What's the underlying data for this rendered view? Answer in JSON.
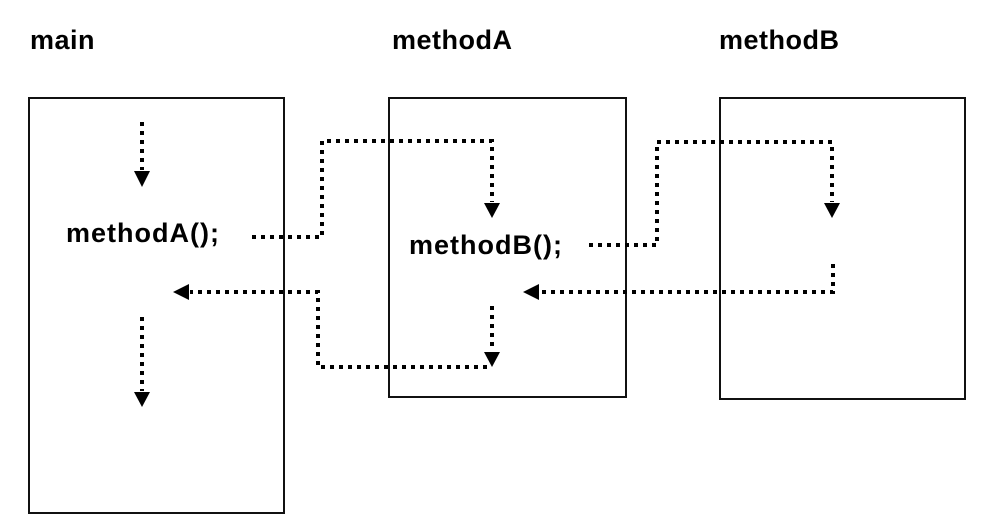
{
  "diagram": {
    "type": "method-call-flow",
    "colors": {
      "background": "#ffffff",
      "box_border": "#111111",
      "arrow": "#000000",
      "text": "#000000"
    },
    "lanes": [
      {
        "id": "main",
        "label": "main",
        "call_statement": "methodA();"
      },
      {
        "id": "methodA",
        "label": "methodA",
        "call_statement": "methodB();"
      },
      {
        "id": "methodB",
        "label": "methodB",
        "call_statement": ""
      }
    ],
    "arrows": [
      {
        "name": "main-flow-start",
        "kind": "flow",
        "from": "main top",
        "to": "methodA(); statement"
      },
      {
        "name": "call-main-to-methodA",
        "kind": "call",
        "from": "methodA(); in main",
        "to": "methodA body"
      },
      {
        "name": "call-methodA-to-methodB",
        "kind": "call",
        "from": "methodB(); in methodA",
        "to": "methodB body"
      },
      {
        "name": "return-methodB-to-methodA",
        "kind": "return",
        "from": "methodB body end",
        "to": "after methodB(); in methodA"
      },
      {
        "name": "methodA-flow-after-call",
        "kind": "flow",
        "from": "after methodB returns",
        "to": "methodA end"
      },
      {
        "name": "return-methodA-to-main",
        "kind": "return",
        "from": "methodA body end",
        "to": "after methodA(); in main"
      },
      {
        "name": "main-flow-end",
        "kind": "flow",
        "from": "after methodA returns",
        "to": "main end"
      }
    ]
  }
}
